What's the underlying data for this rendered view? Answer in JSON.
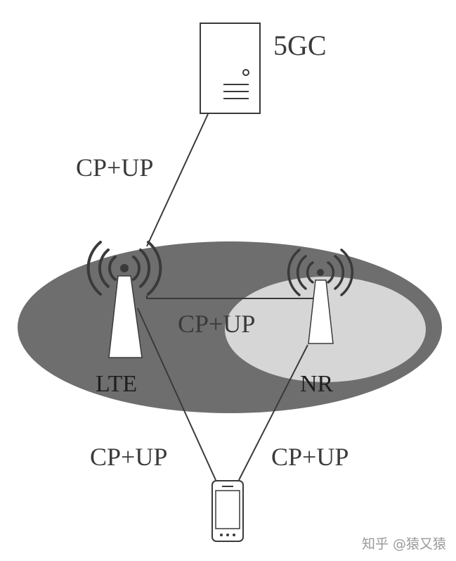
{
  "labels": {
    "core": "5GC",
    "link_core_lte": "CP+UP",
    "link_lte_nr": "CP+UP",
    "link_lte_ue": "CP+UP",
    "link_nr_ue": "CP+UP",
    "lte_cell": "LTE",
    "nr_cell": "NR"
  },
  "watermark": "知乎 @猿又猿",
  "colors": {
    "background": "#ffffff",
    "lte_coverage": "#6e6e6e",
    "nr_coverage": "#d6d6d6",
    "line": "#3a3a3a",
    "tower_fill": "#ffffff"
  },
  "icons": {
    "core": "server-icon",
    "lte_station": "antenna-tower-icon",
    "nr_station": "antenna-tower-icon",
    "ue": "smartphone-icon"
  }
}
